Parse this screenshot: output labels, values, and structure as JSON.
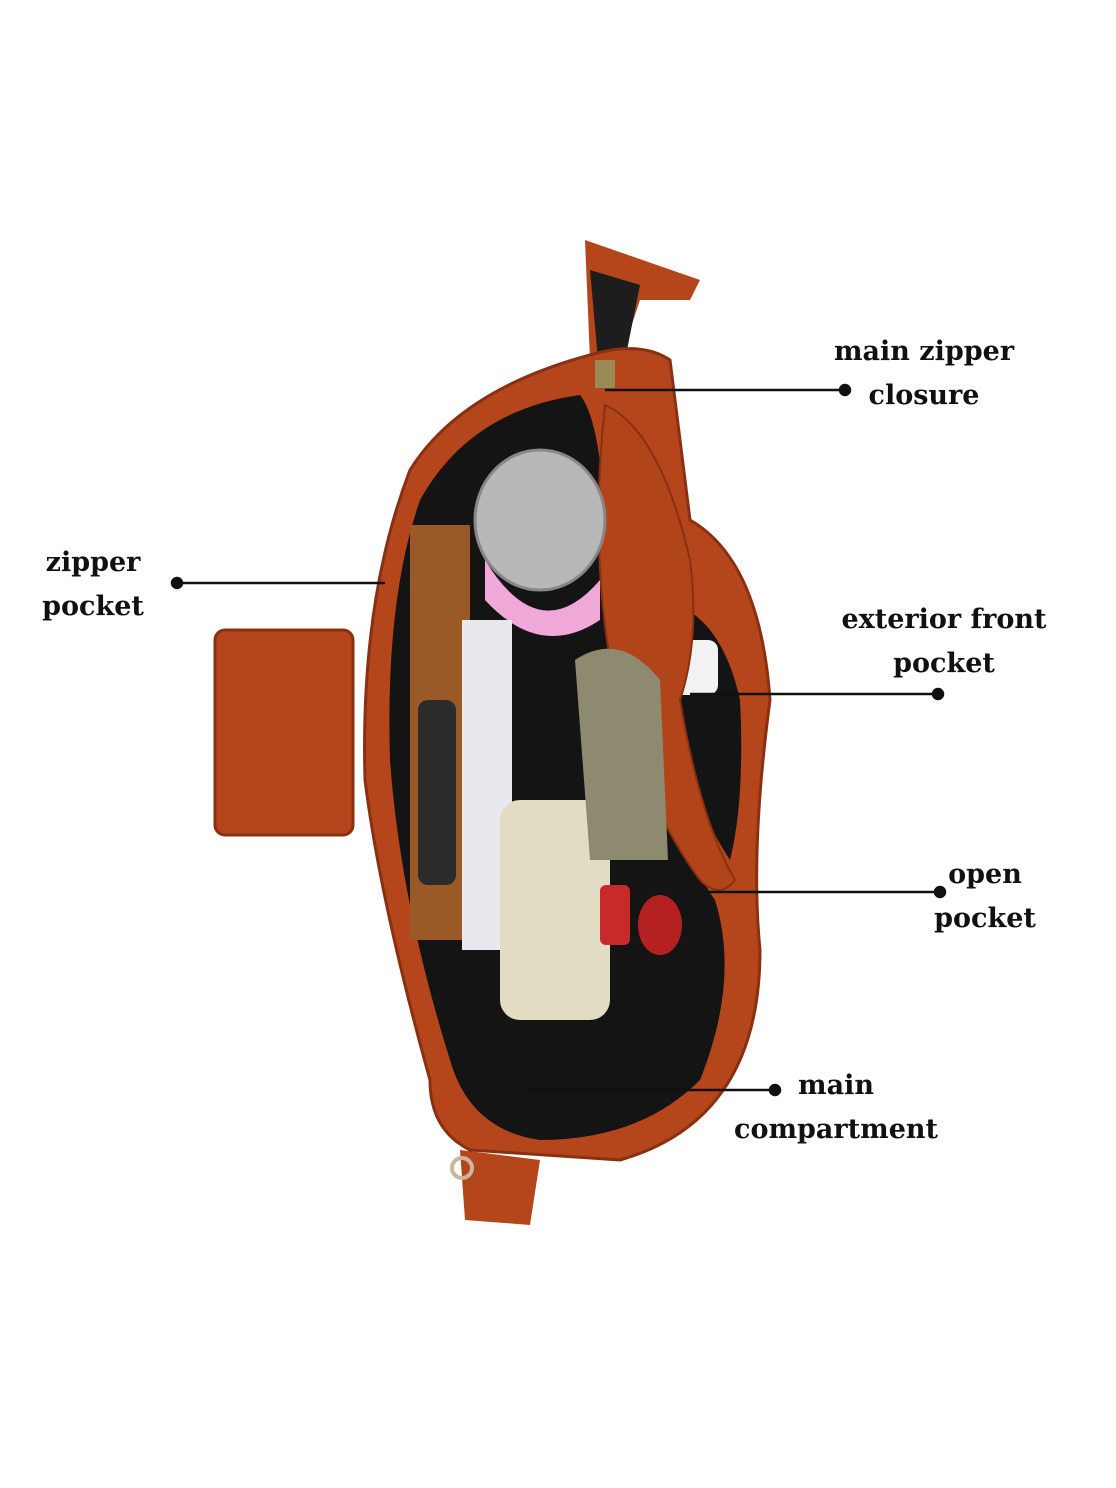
{
  "annotations": [
    {
      "id": "main-zipper-closure",
      "lines": [
        "main zipper",
        "closure"
      ]
    },
    {
      "id": "zipper-pocket",
      "lines": [
        "zipper",
        "pocket"
      ]
    },
    {
      "id": "exterior-front-pocket",
      "lines": [
        "exterior front",
        "pocket"
      ]
    },
    {
      "id": "open-pocket",
      "lines": [
        "open",
        "pocket"
      ]
    },
    {
      "id": "main-compartment",
      "lines": [
        "main",
        "compartment"
      ]
    }
  ],
  "colors": {
    "leather": "#b5461c",
    "leather_dark": "#8a3012",
    "lining": "#141414",
    "leader": "#111111"
  }
}
